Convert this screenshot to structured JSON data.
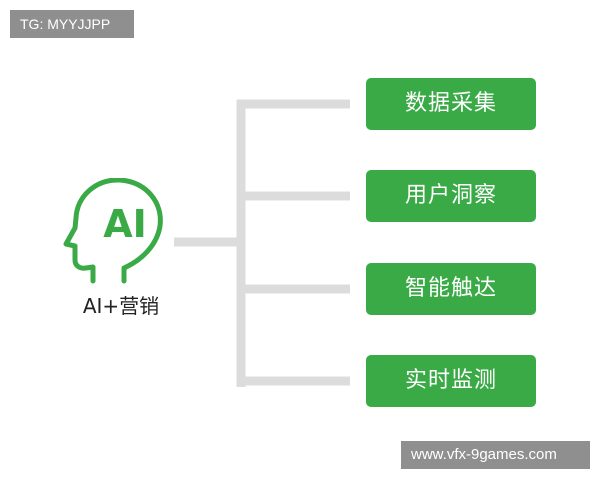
{
  "watermarks": {
    "top": "TG: MYYJJPP",
    "bottom": "www.vfx-9games.com"
  },
  "center": {
    "icon": "ai-head-icon",
    "icon_text": "AI",
    "label": "AI+营销"
  },
  "steps": [
    {
      "label": "数据采集"
    },
    {
      "label": "用户洞察"
    },
    {
      "label": "智能触达"
    },
    {
      "label": "实时监测"
    }
  ],
  "colors": {
    "accent": "#3aaa47",
    "connector": "#dcdcdc",
    "watermark_bg": "#8f8f8f"
  }
}
